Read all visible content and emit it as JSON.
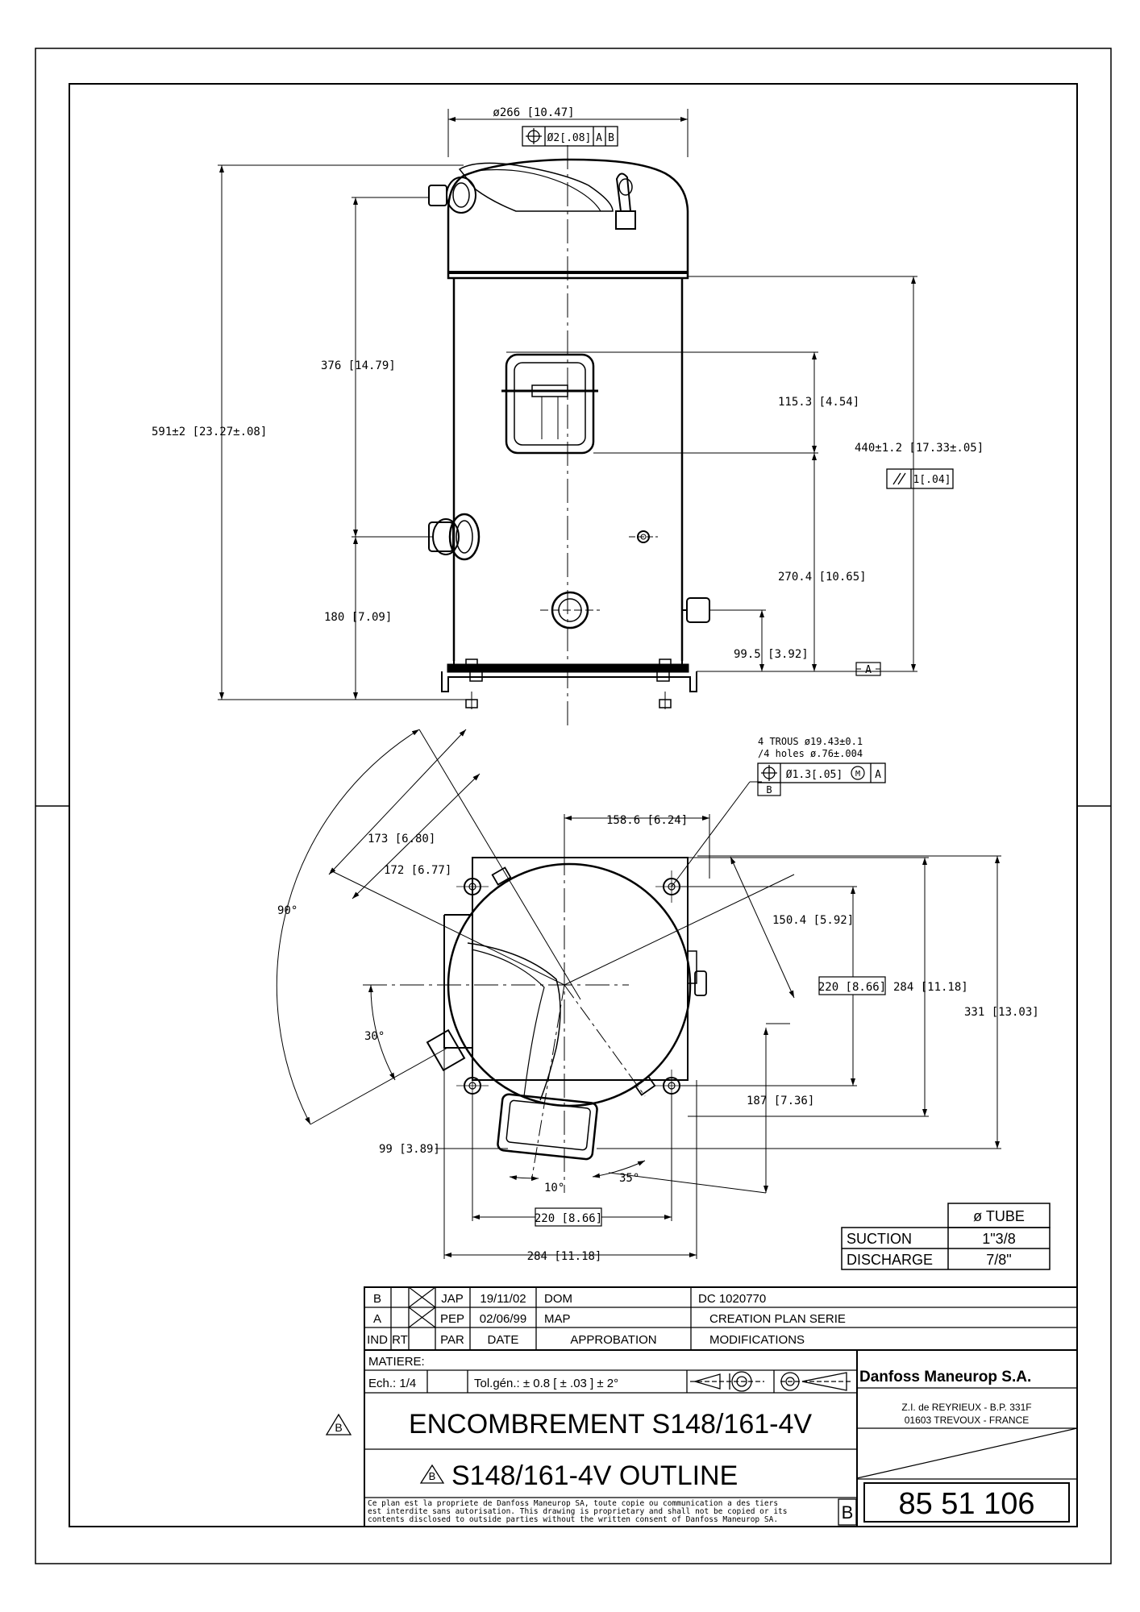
{
  "drawing": {
    "top_view": {
      "dia_top": "ø266 [10.47]",
      "tol_flatness": "1[.04]",
      "tol_position_top": "Ø2[.08]",
      "datum_a": "A",
      "datum_b": "B",
      "dim_591": "591±2 [23.27±.08]",
      "dim_376": "376 [14.79]",
      "dim_180": "180 [7.09]",
      "dim_115": "115.3 [4.54]",
      "dim_440": "440±1.2 [17.33±.05]",
      "dim_270": "270.4 [10.65]",
      "dim_99_5": "99.5 [3.92]",
      "datum_label": "A"
    },
    "bottom_view": {
      "holes_fr": "4 TROUS ø19.43±0.1",
      "holes_en": "/4 holes ø.76±.004",
      "tol_holes": "Ø1.3[.05]",
      "tol_m": "M",
      "tol_ref": "A",
      "datum_b": "B",
      "dim_158": "158.6 [6.24]",
      "dim_173": "173 [6.80]",
      "dim_172": "172 [6.77]",
      "dim_150": "150.4 [5.92]",
      "dim_220v": "220 [8.66]",
      "dim_284v": "284 [11.18]",
      "dim_331": "331 [13.03]",
      "angle_90": "90°",
      "angle_30": "30°",
      "dim_187": "187 [7.36]",
      "dim_99": "99 [3.89]",
      "angle_10": "10°",
      "angle_35": "35°",
      "dim_220h": "220 [8.66]",
      "dim_284h": "284 [11.18]"
    },
    "tube_table": {
      "header": "ø TUBE",
      "rows": [
        {
          "name": "SUCTION",
          "value": "1\"3/8"
        },
        {
          "name": "DISCHARGE",
          "value": "7/8\""
        }
      ]
    },
    "title_block": {
      "rev_rows": [
        {
          "ind": "B",
          "par": "JAP",
          "date": "19/11/02",
          "appro": "DOM",
          "modif": "DC 1020770"
        },
        {
          "ind": "A",
          "par": "PEP",
          "date": "02/06/99",
          "appro": "MAP",
          "modif": "CREATION PLAN SERIE"
        }
      ],
      "headers": {
        "ind": "IND",
        "rt": "RT",
        "par": "PAR",
        "date": "DATE",
        "appro": "APPROBATION",
        "modif": "MODIFICATIONS"
      },
      "matiere": "MATIERE:",
      "scale": "Ech.:  1/4",
      "tolerance": "Tol.gén.:  ± 0.8 [ ± .03 ]   ± 2°",
      "title_fr": "ENCOMBREMENT S148/161-4V",
      "title_en": "S148/161-4V OUTLINE",
      "rev_mark": "B",
      "company": "Danfoss Maneurop S.A.",
      "address1": "Z.I. de REYRIEUX - B.P. 331F",
      "address2": "01603 TREVOUX - FRANCE",
      "drawing_number": "85 51 106",
      "rev_letter": "B",
      "copyright1": "Ce plan est la propriete de Danfoss Maneurop SA, toute copie ou communication a des tiers",
      "copyright2": "est interdite sans autorisation. This drawing is proprietary and shall not be copied or its",
      "copyright3": "contents disclosed to outside parties without the written consent of Danfoss Maneurop SA."
    }
  }
}
